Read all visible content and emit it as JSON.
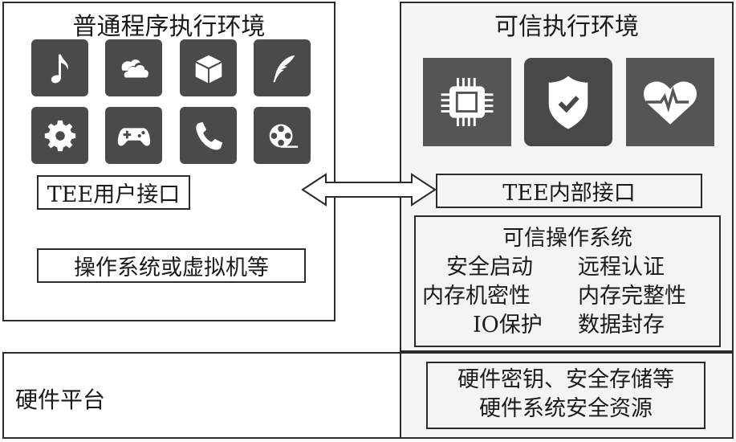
{
  "ree": {
    "title": "普通程序执行环境",
    "icons": [
      "music-note-icon",
      "cloud-icon",
      "cube-icon",
      "feather-icon",
      "gear-icon",
      "gamepad-icon",
      "phone-icon",
      "film-reel-icon"
    ],
    "user_interface_label": "TEE用户接口",
    "os_label": "操作系统或虚拟机等"
  },
  "tee": {
    "title": "可信执行环境",
    "icons": [
      "cpu-chip-icon",
      "shield-check-icon",
      "heart-pulse-icon"
    ],
    "internal_interface_label": "TEE内部接口",
    "trusted_os": {
      "title": "可信操作系统",
      "features": [
        [
          "安全启动",
          "远程认证"
        ],
        [
          "内存机密性",
          "内存完整性"
        ],
        [
          "IO保护",
          "数据封存"
        ]
      ]
    }
  },
  "arrow": {
    "direction": "bidirectional",
    "from": "TEE用户接口",
    "to": "TEE内部接口"
  },
  "hardware": {
    "label": "硬件平台",
    "resources_line1": "硬件密钥、安全存储等",
    "resources_line2": "硬件系统安全资源"
  },
  "colors": {
    "border": "#2b2b2b",
    "icon_tile": "#4a4a4a",
    "tee_background": "#f4f4f4"
  }
}
